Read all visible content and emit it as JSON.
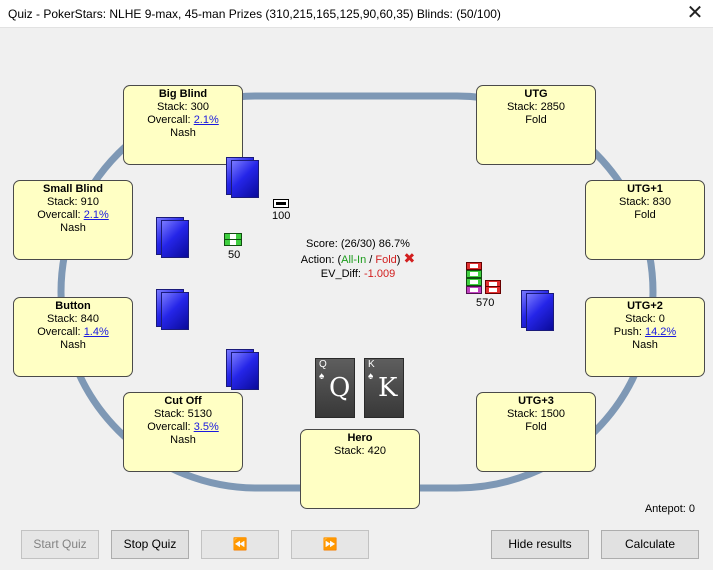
{
  "window": {
    "title": "Quiz - PokerStars: NLHE 9-max, 45-man Prizes (310,215,165,125,90,60,35) Blinds: (50/100)",
    "close_label": "✕"
  },
  "seats": {
    "big_blind": {
      "name": "Big Blind",
      "stack": "Stack: 300",
      "overcall_label": "Overcall: ",
      "overcall_value": "2.1%",
      "action": "Nash"
    },
    "small_blind": {
      "name": "Small Blind",
      "stack": "Stack: 910",
      "overcall_label": "Overcall: ",
      "overcall_value": "2.1%",
      "action": "Nash"
    },
    "button": {
      "name": "Button",
      "stack": "Stack: 840",
      "overcall_label": "Overcall: ",
      "overcall_value": "1.4%",
      "action": "Nash"
    },
    "cut_off": {
      "name": "Cut Off",
      "stack": "Stack: 5130",
      "overcall_label": "Overcall: ",
      "overcall_value": "3.5%",
      "action": "Nash"
    },
    "hero": {
      "name": "Hero",
      "stack": "Stack: 420"
    },
    "utg": {
      "name": "UTG",
      "stack": "Stack: 2850",
      "action": "Fold"
    },
    "utg1": {
      "name": "UTG+1",
      "stack": "Stack: 830",
      "action": "Fold"
    },
    "utg2": {
      "name": "UTG+2",
      "stack": "Stack: 0",
      "push_label": "Push: ",
      "push_value": "14.2%",
      "action": "Nash"
    },
    "utg3": {
      "name": "UTG+3",
      "stack": "Stack: 1500",
      "action": "Fold"
    }
  },
  "bets": {
    "big_blind": "100",
    "small_blind": "50",
    "utg2": "570"
  },
  "info": {
    "score": "Score: (26/30) 86.7%",
    "action_prefix": "Action: (",
    "action_allin": "All-In",
    "action_sep": " / ",
    "action_fold": "Fold",
    "action_suffix": ")",
    "wrong_mark": "✖",
    "ev_label": "EV_Diff: ",
    "ev_value": "-1.009"
  },
  "hero_cards": [
    {
      "rank": "Q",
      "suit": "♠"
    },
    {
      "rank": "K",
      "suit": "♠"
    }
  ],
  "antepot": "Antepot: 0",
  "buttons": {
    "start_quiz": "Start Quiz",
    "stop_quiz": "Stop Quiz",
    "prev": "⏪",
    "next": "⏩",
    "hide_results": "Hide results",
    "calculate": "Calculate"
  },
  "colors": {
    "seat_bg": "#ffffc4",
    "table_ring": "#7e98b5",
    "card_back": "#2525e8",
    "link": "#1a1adf",
    "allin": "#1a9b1a",
    "fold": "#d21f1f"
  }
}
